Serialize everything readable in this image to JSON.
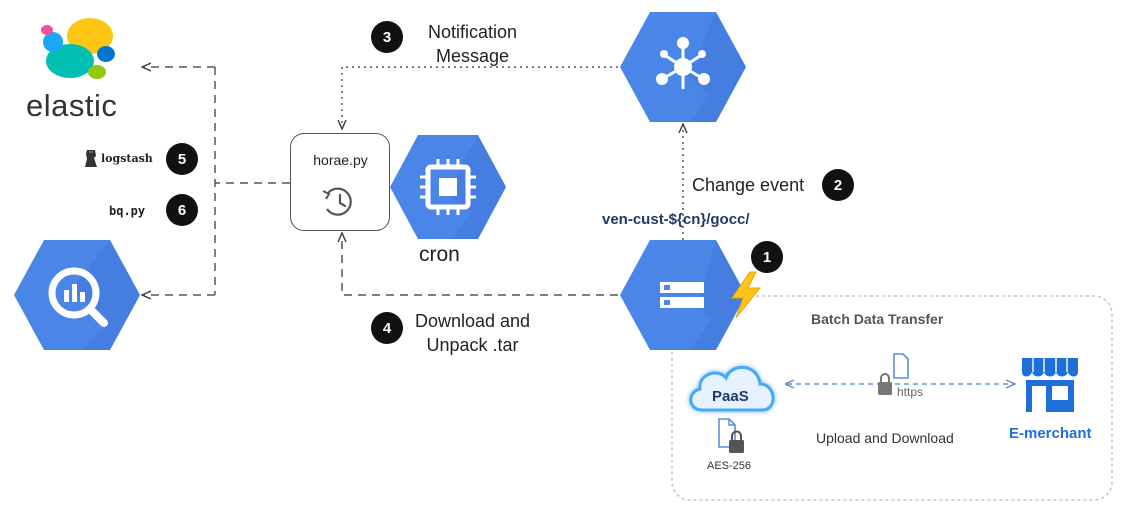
{
  "logos": {
    "elastic": "elastic",
    "logstash": "logstash",
    "bq_script": "bq.py"
  },
  "nodes": {
    "horae": "horae.py",
    "cron": "cron",
    "bucket_path": "ven-cust-${cn}/gocc/"
  },
  "steps": [
    {
      "num": "1"
    },
    {
      "num": "2",
      "label": "Change event"
    },
    {
      "num": "3",
      "label_line1": "Notification",
      "label_line2": "Message"
    },
    {
      "num": "4",
      "label_line1": "Download and",
      "label_line2": "Unpack .tar"
    },
    {
      "num": "5"
    },
    {
      "num": "6"
    }
  ],
  "batch": {
    "title": "Batch Data Transfer",
    "paas": "PaaS",
    "encryption": "AES-256",
    "protocol": "https",
    "transfer": "Upload and Download",
    "merchant": "E-merchant"
  },
  "colors": {
    "gcp_blue": "#4A86E8",
    "gcp_blue_dark": "#3B6FD1",
    "path_text": "#1F3A68",
    "merchant_blue": "#1E6FD9",
    "dashed_line": "#555555"
  },
  "icons": {
    "pubsub": "pubsub-hub-icon",
    "compute": "chip-icon",
    "storage": "storage-server-icon",
    "bigquery": "bigquery-magnifier-icon",
    "trigger": "lightning-bolt-icon",
    "cloud": "cloud-icon",
    "store": "storefront-icon"
  }
}
